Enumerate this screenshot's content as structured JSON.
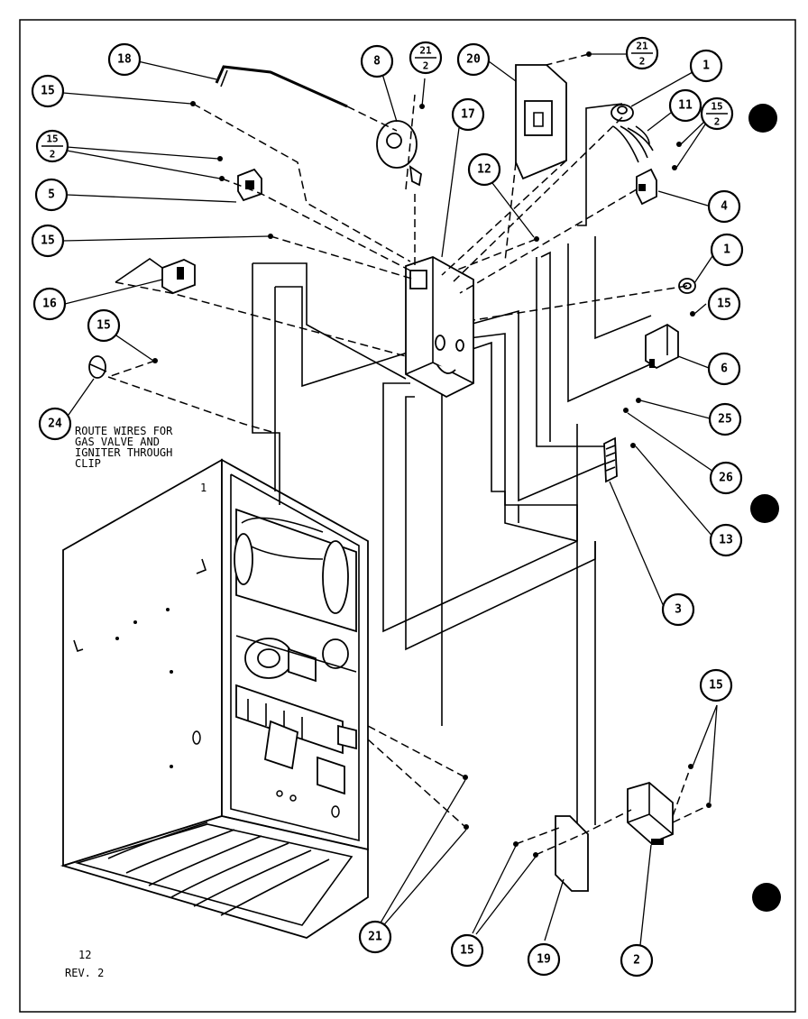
{
  "callouts": {
    "c18": "18",
    "c8": "8",
    "c21a_num": "21",
    "c21a_den": "2",
    "c20": "20",
    "c21b_num": "21",
    "c21b_den": "2",
    "c1a": "1",
    "c11": "11",
    "c15r_num": "15",
    "c15r_den": "2",
    "c15a": "15",
    "c17": "17",
    "c15f_num": "15",
    "c15f_den": "2",
    "c12": "12",
    "c5": "5",
    "c4": "4",
    "c15b": "15",
    "c1b": "1",
    "c16": "16",
    "c15c": "15",
    "c15d": "15",
    "c6": "6",
    "c24": "24",
    "c25": "25",
    "c26": "26",
    "c13": "13",
    "c3": "3",
    "c15e": "15",
    "c21c": "21",
    "c15g": "15",
    "c19": "19",
    "c2": "2"
  },
  "note": {
    "line1": "ROUTE WIRES FOR",
    "line2": "GAS VALVE AND",
    "line3": "IGNITER THROUGH",
    "line4": "CLIP"
  },
  "footer": {
    "page": "12",
    "rev": "REV. 2"
  }
}
